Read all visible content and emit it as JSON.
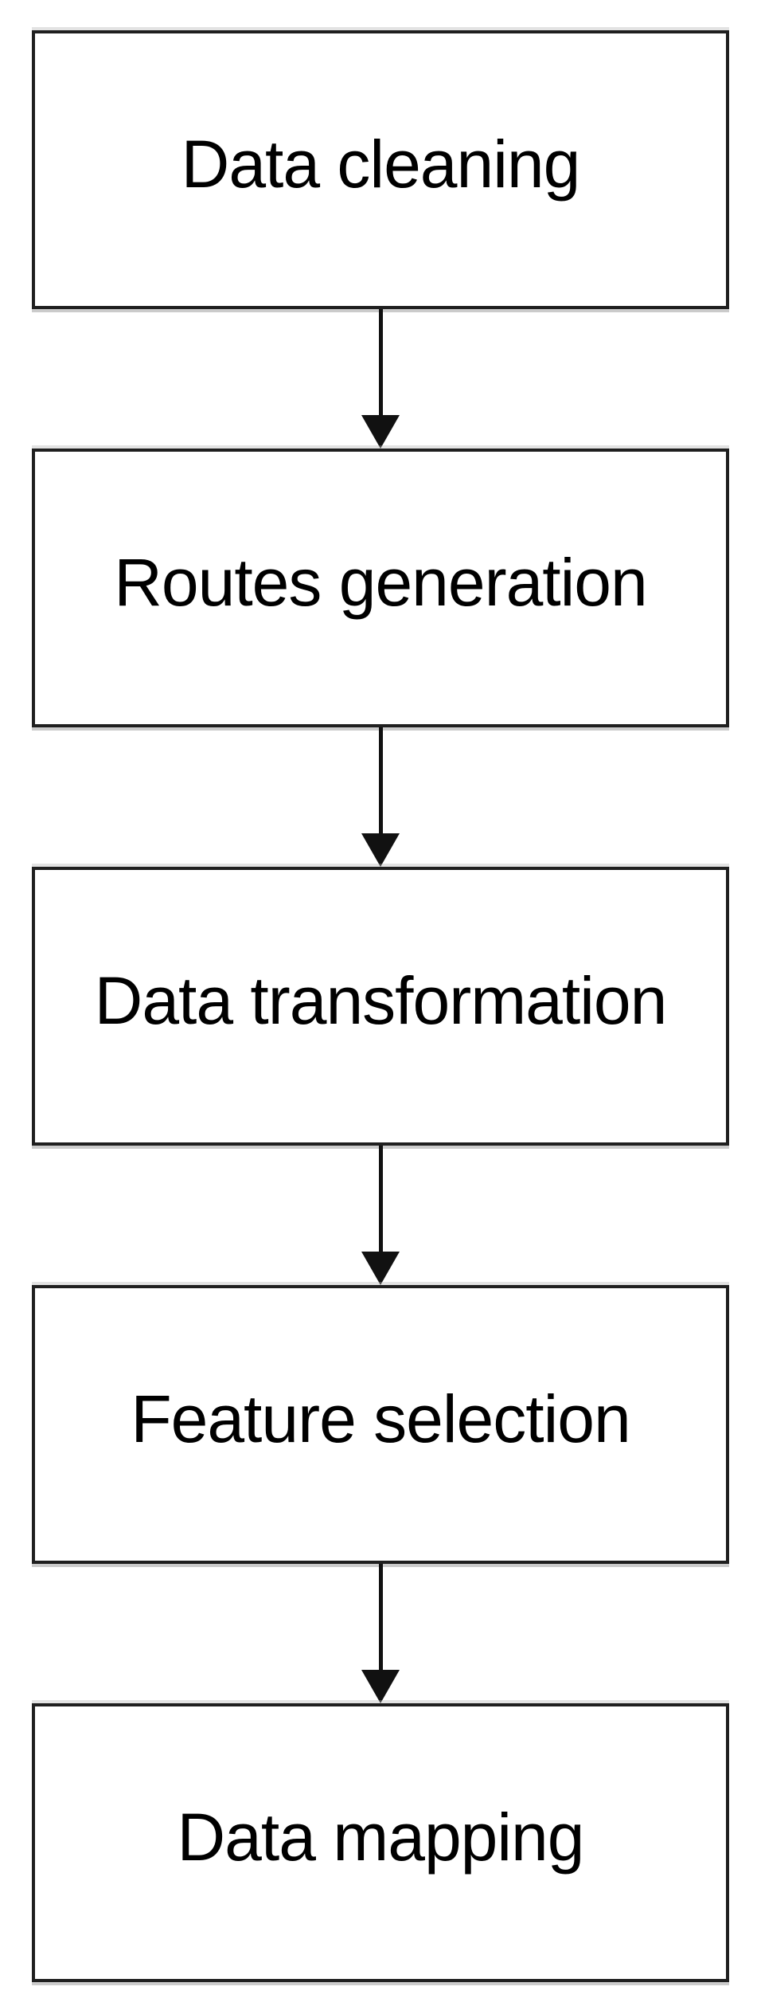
{
  "flowchart": {
    "type": "vertical-flow",
    "nodes": [
      {
        "label": "Data cleaning"
      },
      {
        "label": "Routes generation"
      },
      {
        "label": "Data transformation"
      },
      {
        "label": "Feature selection"
      },
      {
        "label": "Data mapping"
      }
    ],
    "edges": [
      {
        "from": "Data cleaning",
        "to": "Routes generation",
        "direction": "down",
        "style": "solid-arrow"
      },
      {
        "from": "Routes generation",
        "to": "Data transformation",
        "direction": "down",
        "style": "solid-arrow"
      },
      {
        "from": "Data transformation",
        "to": "Feature selection",
        "direction": "down",
        "style": "solid-arrow"
      },
      {
        "from": "Feature selection",
        "to": "Data mapping",
        "direction": "down",
        "style": "solid-arrow"
      }
    ],
    "colors": {
      "background": "#ffffff",
      "box_fill": "#ffffff",
      "box_border": "#1f1f1f",
      "text": "#000000",
      "arrow": "#111111"
    }
  }
}
